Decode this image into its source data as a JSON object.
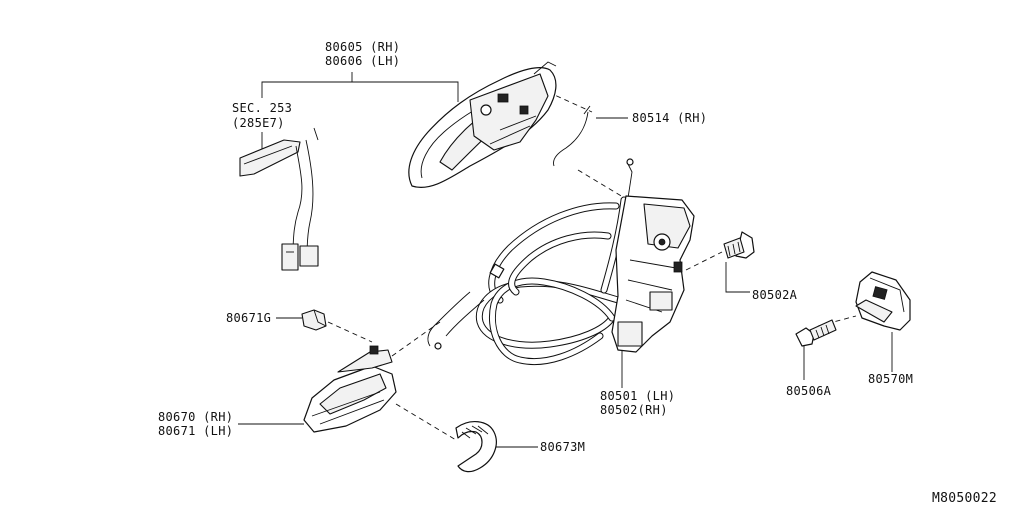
{
  "diagram": {
    "labels": {
      "outer_handle_rh": "80605 (RH)",
      "outer_handle_lh": "80606 (LH)",
      "sec_ref": "SEC. 253",
      "sec_ref_code": "(285E7)",
      "rod_rh": "80514 (RH)",
      "bushing": "80671G",
      "screw_a": "80502A",
      "lock_lh": "80501 (LH)",
      "lock_rh": "80502(RH)",
      "inner_handle_rh": "80670 (RH)",
      "inner_handle_lh": "80671 (LH)",
      "escutcheon": "80673M",
      "screw_b": "80506A",
      "striker": "80570M",
      "figure_code": "M8050022"
    }
  }
}
